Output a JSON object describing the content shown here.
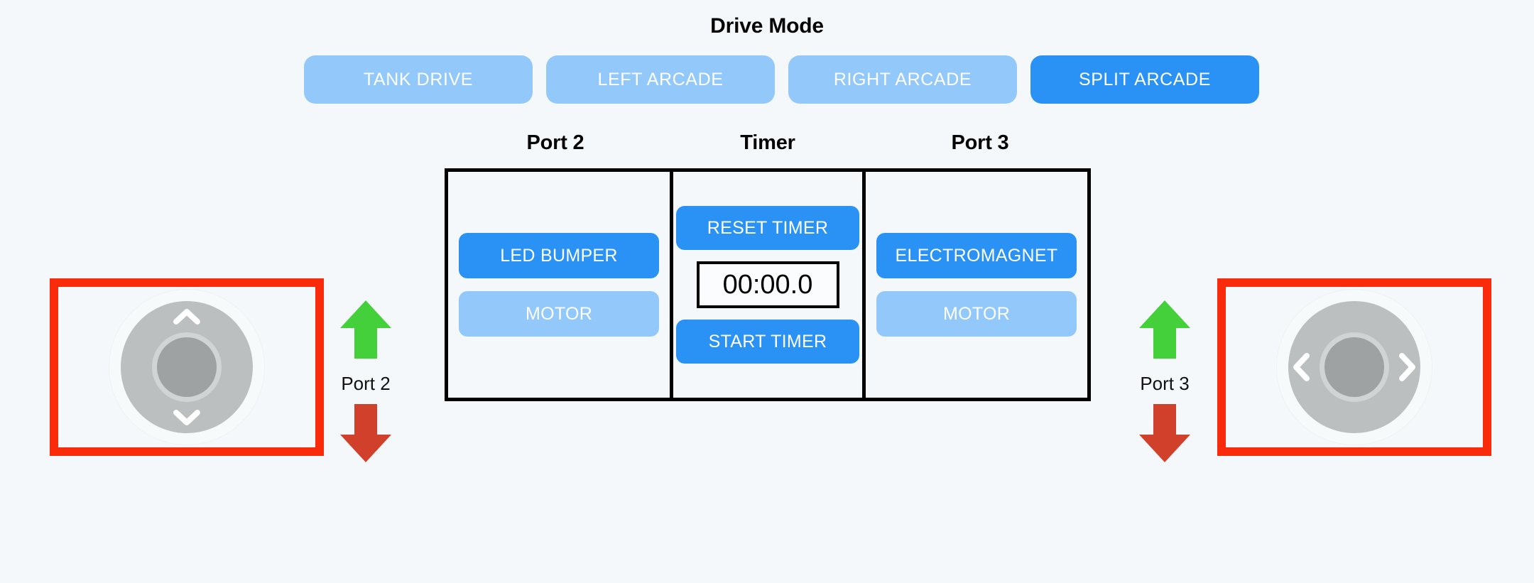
{
  "colors": {
    "background": "#f4f8fa",
    "accent_blue_active": "#2a92f5",
    "accent_blue_inactive": "#92c9fa",
    "panel_border": "#000000",
    "joystick_border_red": "#fa2b0a",
    "arrow_up_green": "#44d03a",
    "arrow_down_red": "#d1402a",
    "joystick_base_gray": "#bcbfbf",
    "joystick_knob_gray": "#9fa2a2"
  },
  "drive_mode": {
    "title": "Drive Mode",
    "selected": "SPLIT ARCADE",
    "buttons": [
      {
        "label": "TANK DRIVE",
        "active": false
      },
      {
        "label": "LEFT ARCADE",
        "active": false
      },
      {
        "label": "RIGHT ARCADE",
        "active": false
      },
      {
        "label": "SPLIT ARCADE",
        "active": true
      }
    ]
  },
  "center_panel": {
    "columns": [
      {
        "header": "Port 2",
        "buttons": [
          {
            "label": "LED BUMPER",
            "active": true
          },
          {
            "label": "MOTOR",
            "active": false
          }
        ]
      },
      {
        "header": "Timer",
        "reset_label": "RESET TIMER",
        "display_value": "00:00.0",
        "start_label": "START TIMER"
      },
      {
        "header": "Port 3",
        "buttons": [
          {
            "label": "ELECTROMAGNET",
            "active": true
          },
          {
            "label": "MOTOR",
            "active": false
          }
        ]
      }
    ]
  },
  "joysticks": {
    "left": {
      "name": "left-joystick",
      "axis": "vertical",
      "icons": [
        "chevron-up-icon",
        "chevron-down-icon"
      ]
    },
    "right": {
      "name": "right-joystick",
      "axis": "horizontal",
      "icons": [
        "chevron-left-icon",
        "chevron-right-icon"
      ]
    }
  },
  "port_controls": [
    {
      "label": "Port 2",
      "up_icon": "arrow-up-icon",
      "down_icon": "arrow-down-icon"
    },
    {
      "label": "Port 3",
      "up_icon": "arrow-up-icon",
      "down_icon": "arrow-down-icon"
    }
  ]
}
